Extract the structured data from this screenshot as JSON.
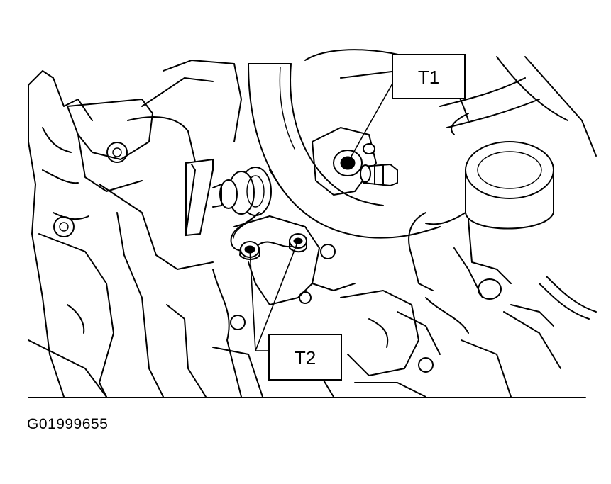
{
  "callouts": {
    "t1": "T1",
    "t2": "T2"
  },
  "figure_code": "G01999655"
}
